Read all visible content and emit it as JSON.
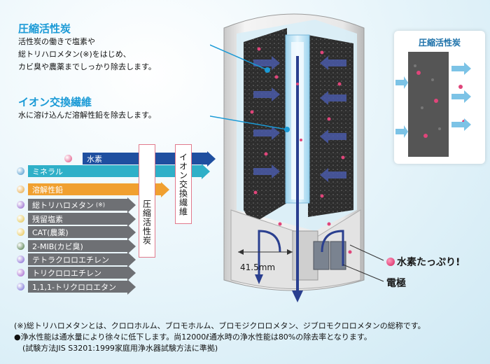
{
  "carbon": {
    "heading": "圧縮活性炭",
    "lines": [
      "活性炭の働きで塩素や",
      "総トリハロメタン(※)をはじめ、",
      "カビ臭や農薬までしっかり除去します。"
    ]
  },
  "ion": {
    "heading": "イオン交換繊維",
    "line": "水に溶け込んだ溶解性鉛を除去します。"
  },
  "inset": {
    "title": "圧縮活性炭"
  },
  "arrows": [
    {
      "label": "水素",
      "color": "#1f4fa0",
      "icon": "hydrogen-icon"
    },
    {
      "label": "ミネラル",
      "color": "#2fb0c8",
      "icon": "mineral-icon"
    },
    {
      "label": "溶解性鉛",
      "color": "#f0a030",
      "icon": "lead-icon"
    },
    {
      "label": "総トリハロメタン",
      "sub": "(※)",
      "color": "#6e7074",
      "icon": "trihalomethane-icon"
    },
    {
      "label": "残留塩素",
      "color": "#6e7074",
      "icon": "chlorine-icon"
    },
    {
      "label": "CAT(農薬)",
      "color": "#6e7074",
      "icon": "pesticide-icon"
    },
    {
      "label": "2-MIB(カビ臭)",
      "color": "#6e7074",
      "icon": "mold-odor-icon"
    },
    {
      "label": "テトラクロロエチレン",
      "color": "#6e7074",
      "icon": "tetrachloroethylene-icon"
    },
    {
      "label": "トリクロロエチレン",
      "color": "#6e7074",
      "icon": "trichloroethylene-icon"
    },
    {
      "label": "1,1,1-トリクロロエタン",
      "color": "#6e7074",
      "icon": "trichloroethane-icon"
    }
  ],
  "vlabels": {
    "ion": "イオン交換繊維",
    "carbon": "圧縮活性炭"
  },
  "dimension": "41.5mm",
  "hydrogen_rich": "水素たっぷり!",
  "electrode": "電極",
  "footnotes": [
    "(※)総トリハロメタンとは、クロロホルム、ブロモホルム、ブロモジクロロメタン、ジブロモクロロメタンの総称です。",
    "●浄水性能は通水量により徐々に低下します。尚12000ℓ通水時の浄水性能は80%の除去率となります。",
    "(試験方法JIS S3201:1999家庭用浄水器試験方法に準拠)"
  ]
}
